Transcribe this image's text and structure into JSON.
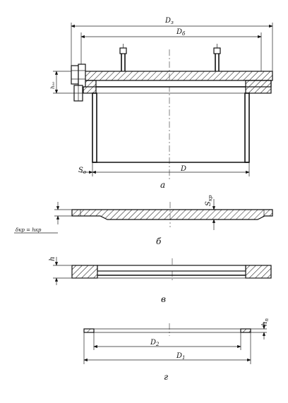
{
  "views": {
    "a": {
      "caption": "а",
      "dim_Dn": {
        "main": "D",
        "sub": "з"
      },
      "dim_Db": {
        "main": "D",
        "sub": "б"
      },
      "dim_D": "D",
      "dim_S0": {
        "main": "S",
        "sub": "o"
      },
      "dim_h00": "h₀₀"
    },
    "b": {
      "caption": "б",
      "dim_Skr": {
        "main": "S",
        "sub": "кр"
      },
      "dim_delta": "δкр = hкр"
    },
    "v": {
      "caption": "в",
      "dim_h": "h"
    },
    "g": {
      "caption": "г",
      "dim_D2": {
        "main": "D",
        "sub": "2"
      },
      "dim_D1": {
        "main": "D",
        "sub": "1"
      },
      "dim_hn": {
        "main": "h",
        "sub": "п"
      }
    }
  }
}
